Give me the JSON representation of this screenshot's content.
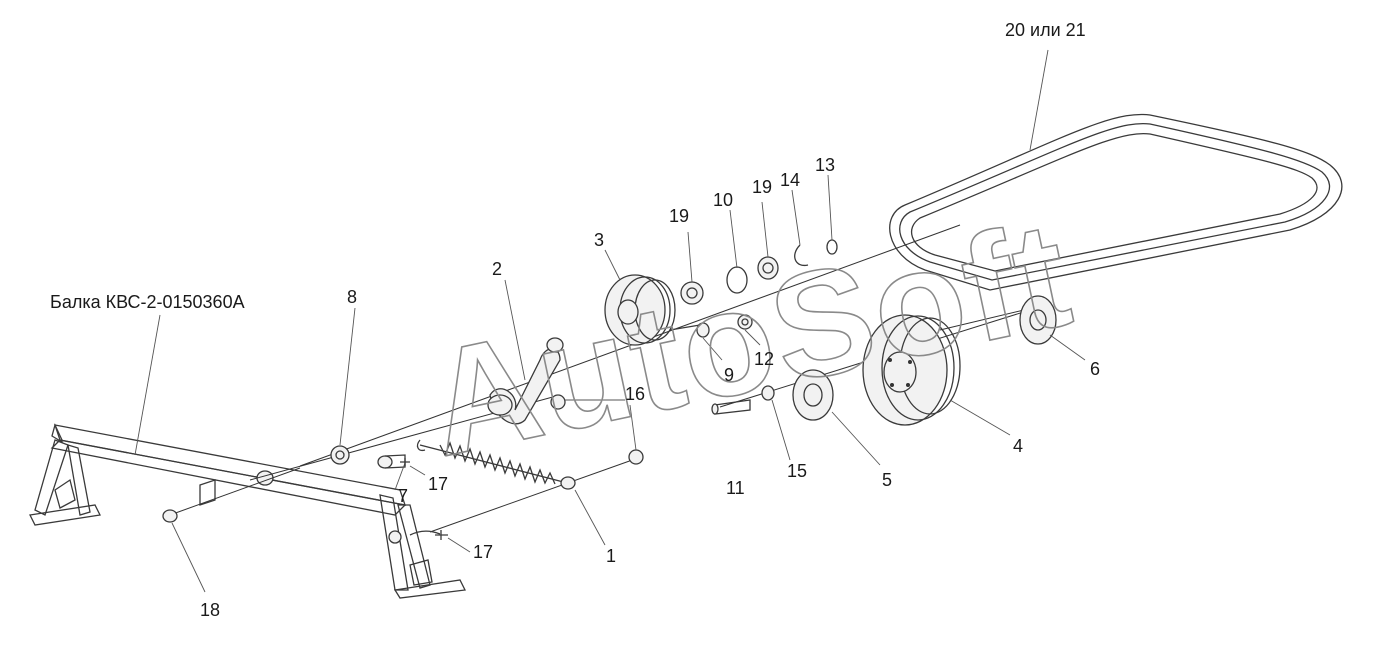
{
  "diagram": {
    "labels": {
      "belt": "20 или 21",
      "beam": "Балка КВС-2-0150360А",
      "p1": "1",
      "p2": "2",
      "p3": "3",
      "p4": "4",
      "p5": "5",
      "p6": "6",
      "p7": "7",
      "p8": "8",
      "p9": "9",
      "p10": "10",
      "p11": "11",
      "p12": "12",
      "p13": "13",
      "p14": "14",
      "p15": "15",
      "p16": "16",
      "p17a": "17",
      "p17b": "17",
      "p18": "18",
      "p19a": "19",
      "p19b": "19"
    },
    "watermark": "AutoSoft"
  }
}
